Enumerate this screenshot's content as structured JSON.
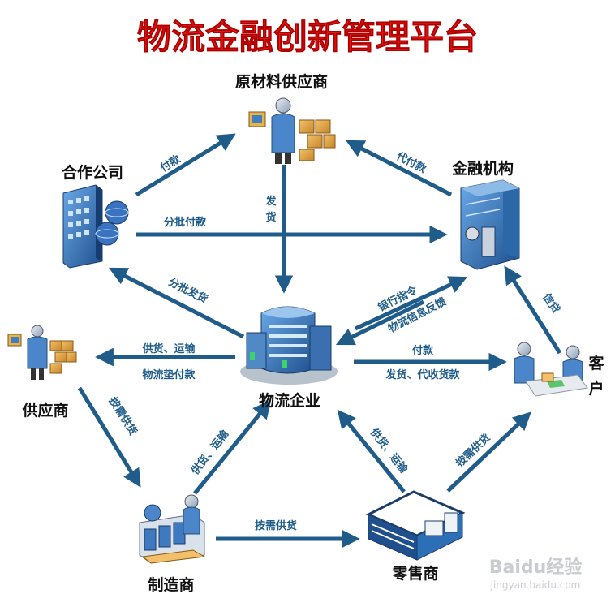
{
  "title": "物流金融创新管理平台",
  "nodes": {
    "raw_supplier": "原材料供应商",
    "partner": "合作公司",
    "finance": "金融机构",
    "logistics": "物流企业",
    "supplier": "供应商",
    "customer_1": "客",
    "customer_2": "户",
    "manufacturer": "制造商",
    "retailer": "零售商"
  },
  "edges": {
    "pay": "付款",
    "pay_on_behalf": "代付款",
    "ship_1": "发",
    "ship_2": "货",
    "batch_pay": "分批付款",
    "batch_ship": "分批发货",
    "bank_cmd": "银行指令",
    "info_feedback": "物流信息反馈",
    "credit": "信贷",
    "supply_transport": "供货、运输",
    "advance_pay": "物流垫付款",
    "pay_customer": "付款",
    "ship_collect": "发货、代收货款",
    "on_demand_1": "按需供货",
    "supply_transport_2": "供货、运输",
    "supply_transport_3": "供货、运输",
    "on_demand_2": "按需供货",
    "on_demand_3": "按需供货"
  },
  "watermark": {
    "brand": "Baidu经验",
    "url": "jingyan.baidu.com"
  },
  "colors": {
    "title": "#e01818",
    "arrow": "#1f5c8a",
    "building": "#2c6fb6"
  }
}
